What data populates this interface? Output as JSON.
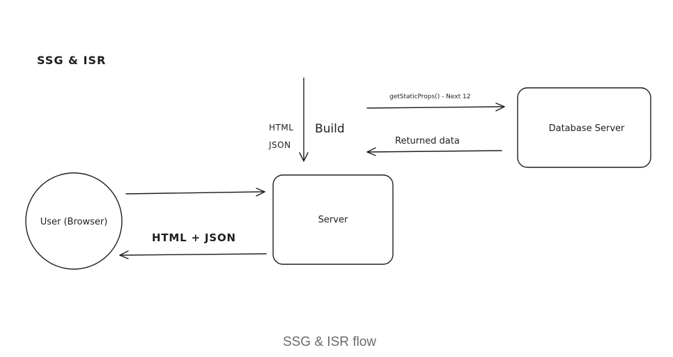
{
  "diagram": {
    "heading": "SSG & ISR",
    "nodes": {
      "user": "User (Browser)",
      "server": "Server",
      "database": "Database Server"
    },
    "edges": {
      "build": "Build",
      "build_html": "HTML",
      "build_json": "JSON",
      "get_static_props": "getStaticProps() - Next 12",
      "returned_data": "Returned data",
      "html_json": "HTML + JSON"
    }
  },
  "caption": "SSG & ISR flow"
}
